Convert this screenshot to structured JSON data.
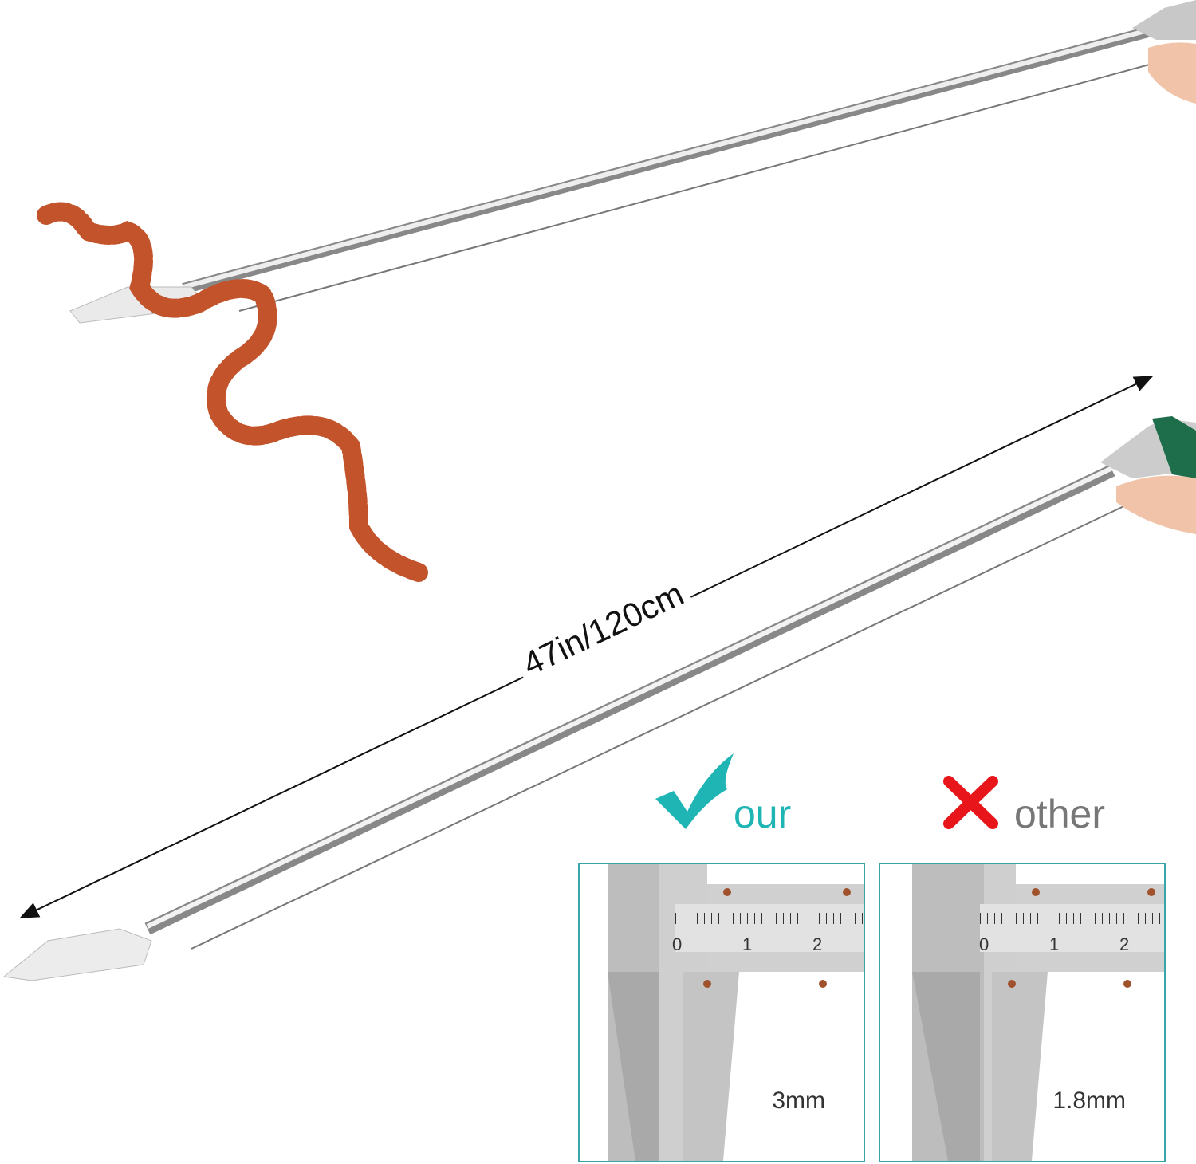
{
  "measurement": {
    "length_label": "47in/120cm"
  },
  "comparison": {
    "ours": {
      "label": "our",
      "icon": "check-icon",
      "color": "#1fb5b5",
      "thickness": "3mm"
    },
    "other": {
      "label": "other",
      "icon": "cross-icon",
      "color": "#e8161b",
      "thickness": "1.8mm"
    },
    "scale_ticks": [
      "0",
      "1",
      "2"
    ],
    "border_color": "#3aa5a8"
  }
}
